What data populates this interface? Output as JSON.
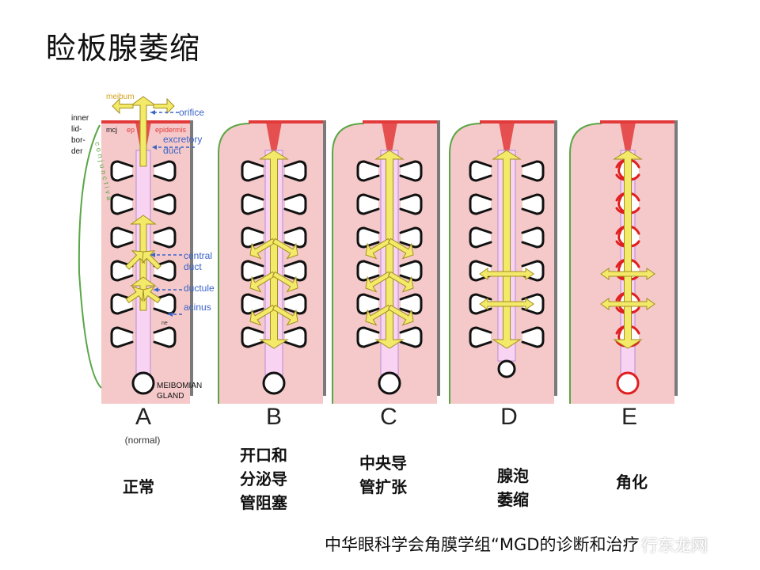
{
  "title": "睑板腺萎缩",
  "colors": {
    "lid_fill": "#f5c9c9",
    "lid_edge": "#5aa646",
    "epidermis": "#e23a3a",
    "duct_fill": "#f8d4f2",
    "duct_edge": "#b98ad6",
    "arrow_fill": "#f4ea6a",
    "arrow_edge": "#a38f20",
    "acinus_edge": "#111111",
    "keratin_edge": "#e02020",
    "annotation_blue": "#3a63c8",
    "meibum_label": "#d2a21a"
  },
  "panels": [
    {
      "letter": "A",
      "note": "(normal)",
      "caption": [
        "正常"
      ]
    },
    {
      "letter": "B",
      "caption": [
        "开口和",
        "分泌导",
        "管阻塞"
      ]
    },
    {
      "letter": "C",
      "caption": [
        "中央导",
        "管扩张"
      ]
    },
    {
      "letter": "D",
      "caption": [
        "腺泡",
        "萎缩"
      ]
    },
    {
      "letter": "E",
      "caption": [
        "角化"
      ]
    }
  ],
  "annotations": {
    "meibum": "meibum",
    "orifice": "orifice",
    "excretory_duct": [
      "excretory",
      "duct"
    ],
    "inner_lid_border": [
      "inner",
      "lid-",
      "bor-",
      "der"
    ],
    "mcj": "mcj",
    "ep": "ep",
    "epidermis": "epidermis",
    "conjunctiva": "conjunctiva",
    "central_duct": [
      "central",
      "duct"
    ],
    "ductule": "ductule",
    "acinus": "acinus",
    "meibomian_gland": [
      "MEIBOMIAN",
      "GLAND"
    ],
    "ne": "ne"
  },
  "source": "中华眼科学会角膜学组“MGD的诊断和治疗",
  "watermark": "行东龙网"
}
